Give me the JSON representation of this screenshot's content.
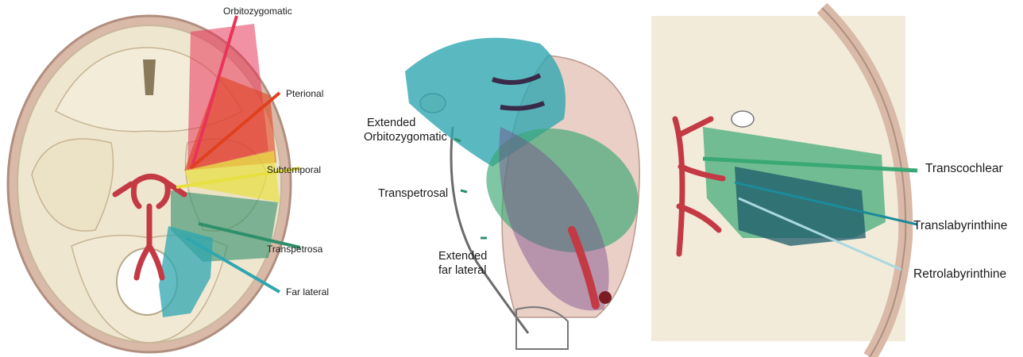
{
  "left_panel": {
    "labels": {
      "orbitozygomatic": "Orbitozygomatic",
      "pterional": "Pterional",
      "subtemporal": "Subtemporal",
      "transpetrosa": "Transpetrosa",
      "far_lateral": "Far lateral"
    }
  },
  "middle_panel": {
    "labels": {
      "extended_orbitozygomatic_line1": "Extended",
      "extended_orbitozygomatic_line2": "Orbitozygomatic",
      "transpetrosal": "Transpetrosal",
      "extended_far_lateral_line1": "Extended",
      "extended_far_lateral_line2": "far lateral"
    }
  },
  "right_panel": {
    "labels": {
      "transcochlear": "Transcochlear",
      "translabyrinthine": "Translabyrinthine",
      "retrolabyrinthine": "Retrolabyrinthine"
    }
  },
  "colors": {
    "orbitozygomatic": "#e8345a",
    "pterional": "#e0401f",
    "subtemporal": "#e8e040",
    "transpetrosa": "#2f8f6a",
    "far_lateral": "#2fa6b0",
    "bone": "#efe6cf",
    "artery": "#c33a45",
    "transcochlear": "#3aa875",
    "translabyrinthine": "#1c8a9a",
    "retrolabyrinthine": "#a8d8e0"
  }
}
